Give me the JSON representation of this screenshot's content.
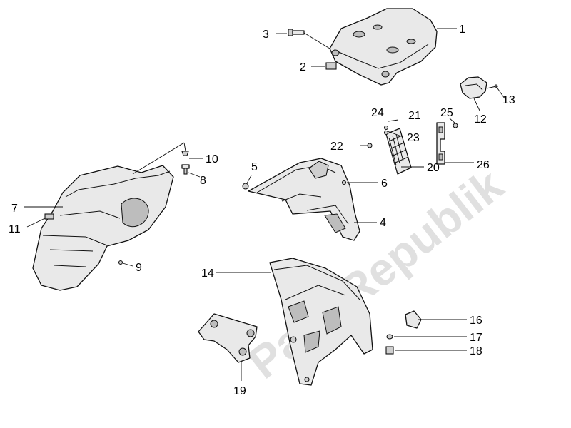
{
  "callouts": [
    "1",
    "2",
    "3",
    "4",
    "5",
    "6",
    "7",
    "8",
    "9",
    "10",
    "11",
    "12",
    "13",
    "14",
    "16",
    "17",
    "18",
    "19",
    "20",
    "21",
    "22",
    "23",
    "24",
    "25",
    "26"
  ],
  "watermark": "PartsRepublik",
  "colors": {
    "line": "#111111",
    "fill": "#e9e9e9",
    "shade": "#cfcfcf",
    "watermark": "#d6d6d6"
  }
}
